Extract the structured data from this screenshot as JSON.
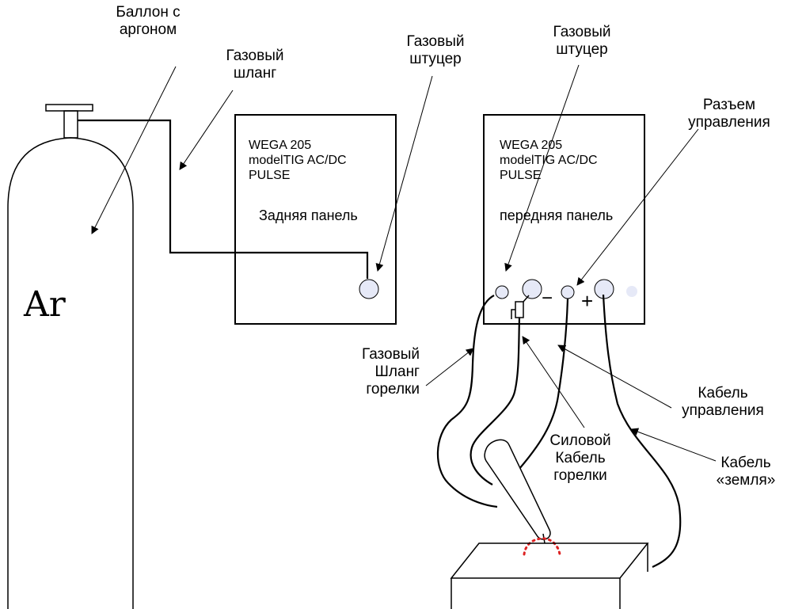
{
  "cylinder": {
    "label_lines": [
      "Баллон с",
      "аргоном"
    ],
    "gas_symbol": "Ar"
  },
  "gas_hose": {
    "label_lines": [
      "Газовый",
      "шланг"
    ]
  },
  "rear_unit": {
    "model_lines": [
      "WEGA 205",
      "modelTIG AC/DC",
      "PULSE"
    ],
    "panel_name": "Задняя панель",
    "fitting_label_lines": [
      "Газовый",
      "штуцер"
    ]
  },
  "front_unit": {
    "model_lines": [
      "WEGA 205",
      "modelTIG AC/DC",
      "PULSE"
    ],
    "panel_name": "передняя панель",
    "fitting_label_lines": [
      "Газовый",
      "штуцер"
    ],
    "control_connector_label_lines": [
      "Разъем",
      "управления"
    ],
    "minus_sign": "−",
    "plus_sign": "+"
  },
  "torch_gas_hose": {
    "label_lines": [
      "Газовый",
      "Шланг",
      "горелки"
    ]
  },
  "torch_power_cable": {
    "label_lines": [
      "Силовой",
      "Кабель",
      "горелки"
    ]
  },
  "control_cable": {
    "label_lines": [
      "Кабель",
      "управления"
    ]
  },
  "ground_cable": {
    "label_lines": [
      "Кабель",
      "«земля»"
    ]
  },
  "colors": {
    "stroke": "#000000",
    "connector_fill": "#e6e9f7",
    "arc_color": "#dd2222"
  }
}
